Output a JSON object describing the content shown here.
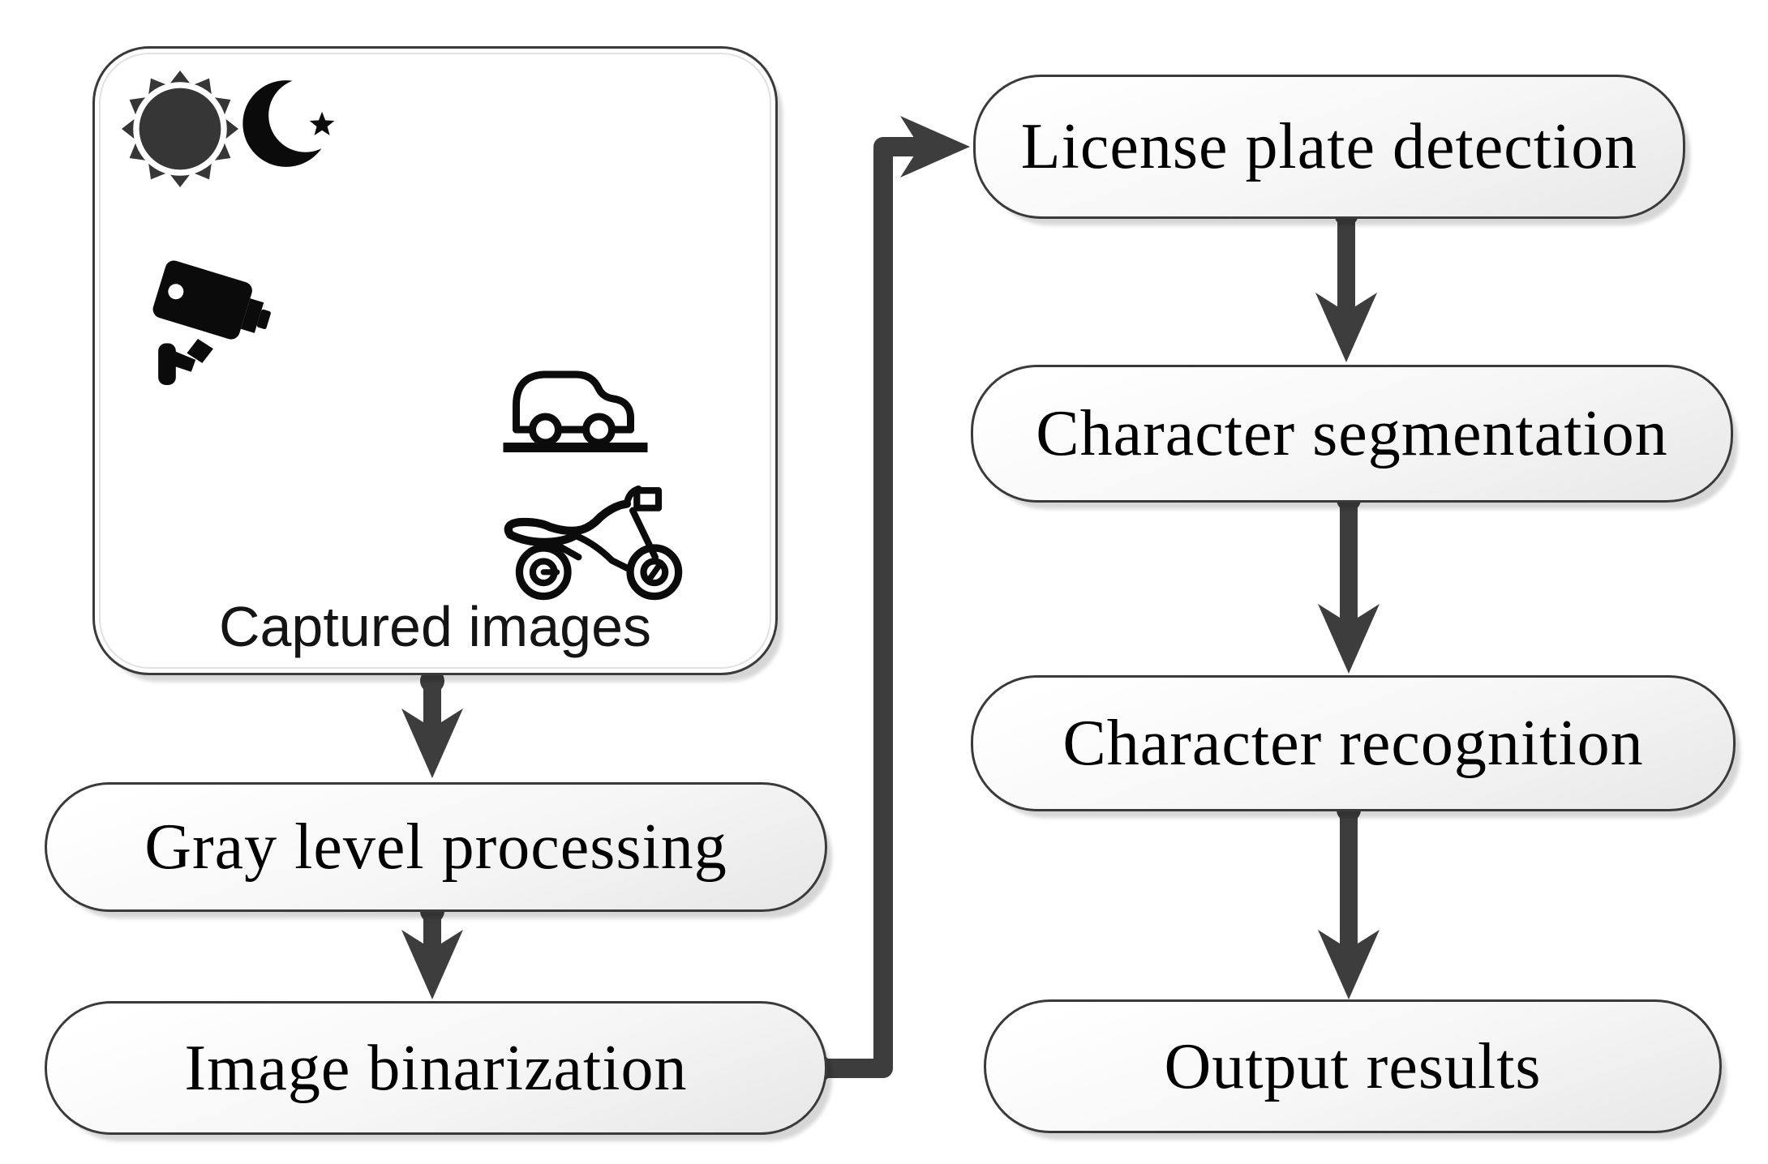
{
  "title": "License plate recognition flowchart",
  "colors": {
    "arrow": "#3d3d3d",
    "box_border": "#3a3a3a",
    "box_fill_top": "#ffffff",
    "box_fill_bottom": "#e7e7e7",
    "text": "#000000",
    "icon_black": "#0b0b0b",
    "sun_gray": "#363636"
  },
  "nodes": {
    "captured": {
      "label": "Captured images"
    },
    "gray_level": {
      "label": "Gray level processing"
    },
    "binarization": {
      "label": "Image binarization"
    },
    "plate_detection": {
      "label": "License plate detection"
    },
    "segmentation": {
      "label": "Character segmentation"
    },
    "recognition": {
      "label": "Character recognition"
    },
    "output": {
      "label": "Output results"
    }
  },
  "icons": [
    {
      "name": "sun-icon",
      "meaning": "daytime capture"
    },
    {
      "name": "crescent-moon-star-icon",
      "meaning": "nighttime capture"
    },
    {
      "name": "cctv-camera-icon",
      "meaning": "surveillance camera"
    },
    {
      "name": "car-icon",
      "meaning": "car vehicle"
    },
    {
      "name": "motorcycle-icon",
      "meaning": "motorcycle vehicle"
    }
  ],
  "edges": [
    {
      "from": "captured",
      "to": "gray_level"
    },
    {
      "from": "gray_level",
      "to": "binarization"
    },
    {
      "from": "binarization",
      "to": "plate_detection"
    },
    {
      "from": "plate_detection",
      "to": "segmentation"
    },
    {
      "from": "segmentation",
      "to": "recognition"
    },
    {
      "from": "recognition",
      "to": "output"
    }
  ]
}
